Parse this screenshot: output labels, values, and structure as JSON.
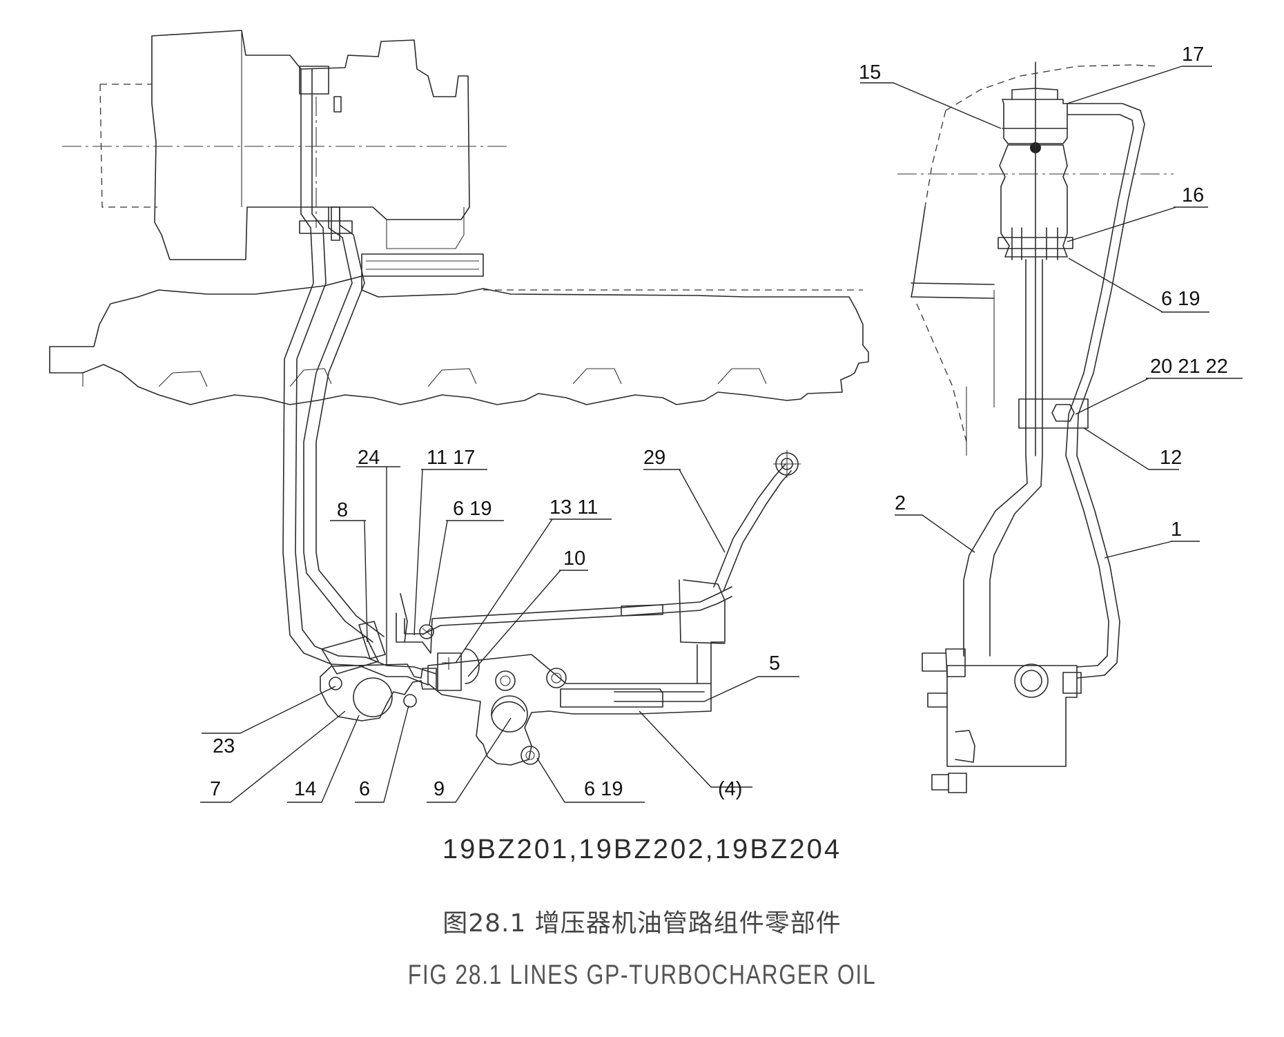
{
  "drawing": {
    "callouts": [
      "24",
      "11 17",
      "8",
      "6 19",
      "13 11",
      "10",
      "29",
      "5",
      "23",
      "7",
      "14",
      "6",
      "9",
      "6 19",
      "(4)",
      "15",
      "17",
      "16",
      "6 19",
      "20 21 22",
      "12",
      "2",
      "1"
    ]
  },
  "captions": {
    "models": "19BZ201,19BZ202,19BZ204",
    "title_cn": "图28.1 增压器机油管路组件零部件",
    "title_en": "FIG 28.1 LINES GP-TURBOCHARGER OIL"
  }
}
